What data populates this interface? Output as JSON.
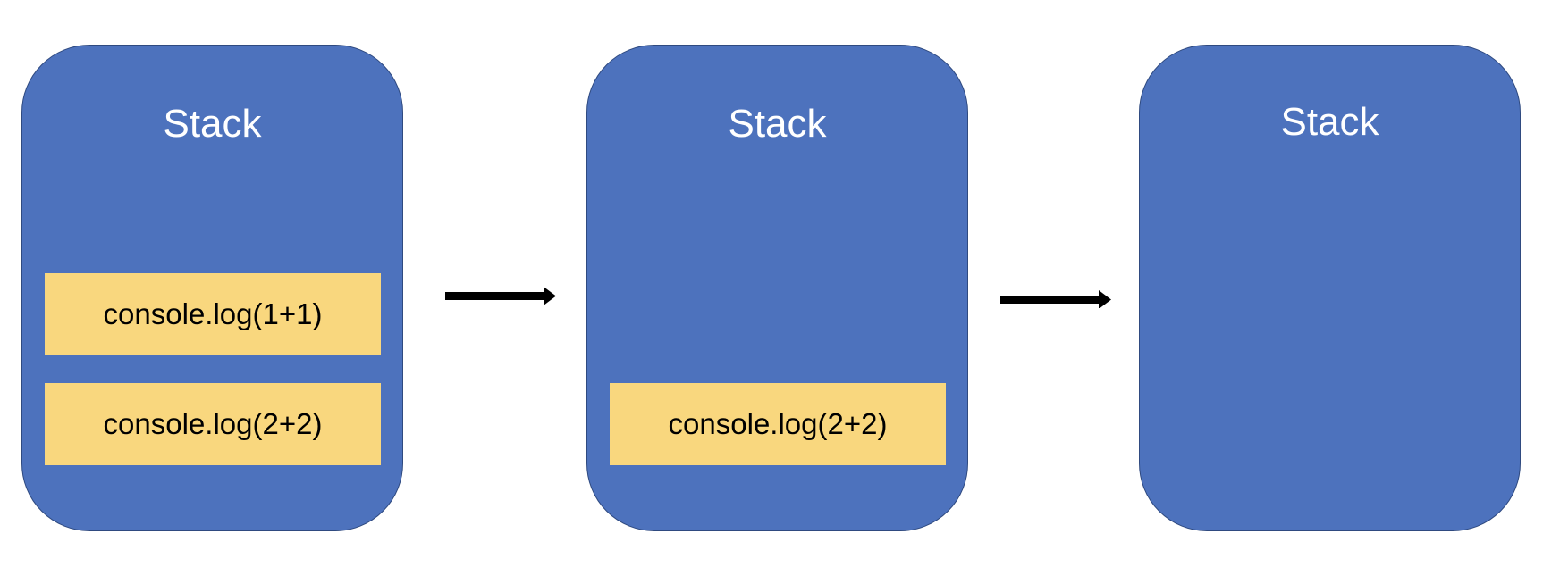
{
  "colors": {
    "stack_fill": "#4d72bd",
    "stack_border": "#2f4a80",
    "frame_fill": "#f9d77e",
    "arrow": "#000000"
  },
  "stacks": [
    {
      "title": "Stack",
      "frames": [
        "console.log(1+1)",
        "console.log(2+2)"
      ]
    },
    {
      "title": "Stack",
      "frames": [
        "console.log(2+2)"
      ]
    },
    {
      "title": "Stack",
      "frames": []
    }
  ],
  "arrows": [
    {
      "from": "stack-1",
      "to": "stack-2"
    },
    {
      "from": "stack-2",
      "to": "stack-3"
    }
  ]
}
